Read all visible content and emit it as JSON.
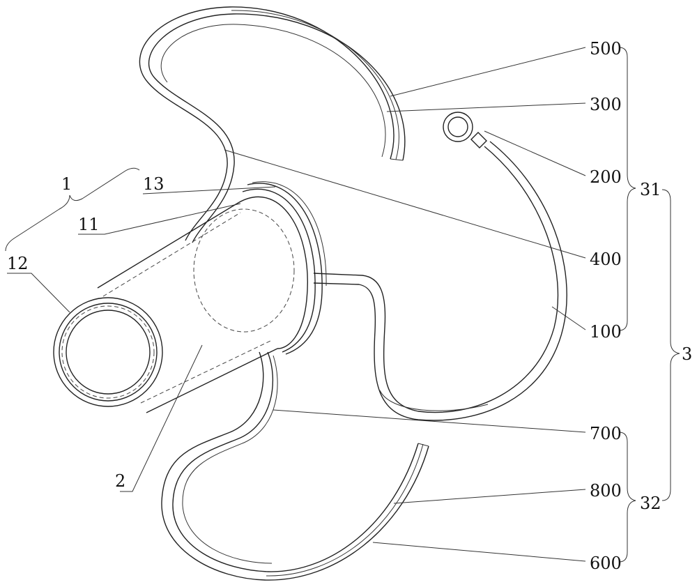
{
  "figure": {
    "type": "patent-drawing",
    "labels": {
      "l500": "500",
      "l300": "300",
      "l200": "200",
      "l400": "400",
      "l100": "100",
      "l700": "700",
      "l800": "800",
      "l600": "600",
      "l31": "31",
      "l32": "32",
      "l3": "3",
      "l1": "1",
      "l13": "13",
      "l11": "11",
      "l12": "12",
      "l2": "2"
    }
  }
}
